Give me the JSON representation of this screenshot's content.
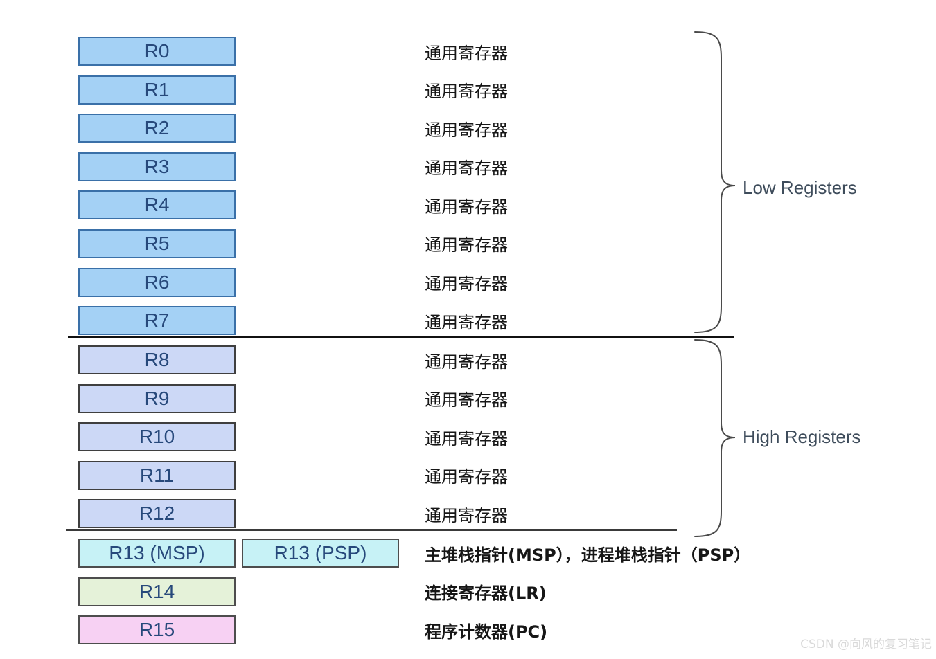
{
  "diagram": {
    "low_group": {
      "label": "Low Registers",
      "rows": [
        {
          "reg": "R0",
          "desc": "通用寄存器"
        },
        {
          "reg": "R1",
          "desc": "通用寄存器"
        },
        {
          "reg": "R2",
          "desc": "通用寄存器"
        },
        {
          "reg": "R3",
          "desc": "通用寄存器"
        },
        {
          "reg": "R4",
          "desc": "通用寄存器"
        },
        {
          "reg": "R5",
          "desc": "通用寄存器"
        },
        {
          "reg": "R6",
          "desc": "通用寄存器"
        },
        {
          "reg": "R7",
          "desc": "通用寄存器"
        }
      ]
    },
    "high_group": {
      "label": "High Registers",
      "rows": [
        {
          "reg": "R8",
          "desc": "通用寄存器"
        },
        {
          "reg": "R9",
          "desc": "通用寄存器"
        },
        {
          "reg": "R10",
          "desc": "通用寄存器"
        },
        {
          "reg": "R11",
          "desc": "通用寄存器"
        },
        {
          "reg": "R12",
          "desc": "通用寄存器"
        }
      ]
    },
    "special": {
      "r13_msp": "R13 (MSP)",
      "r13_psp": "R13 (PSP)",
      "r13_desc": "主堆栈指针(MSP），进程堆栈指针（PSP）",
      "r14": "R14",
      "r14_desc": "连接寄存器(LR)",
      "r15": "R15",
      "r15_desc": "程序计数器(PC)"
    },
    "watermark": "CSDN @向风的复习笔记",
    "colors": {
      "low_fill": "#A4D1F5",
      "low_border": "#3A70A8",
      "high_fill": "#CCD8F6",
      "high_border": "#3F3F3F",
      "r13_fill": "#C7F2F6",
      "r14_fill": "#E5F2D9",
      "r15_fill": "#F7D1F3",
      "special_border": "#4D4D4D",
      "register_text": "#27497B",
      "desc_text": "#161616",
      "brace_label_text": "#3E4C5B"
    }
  }
}
